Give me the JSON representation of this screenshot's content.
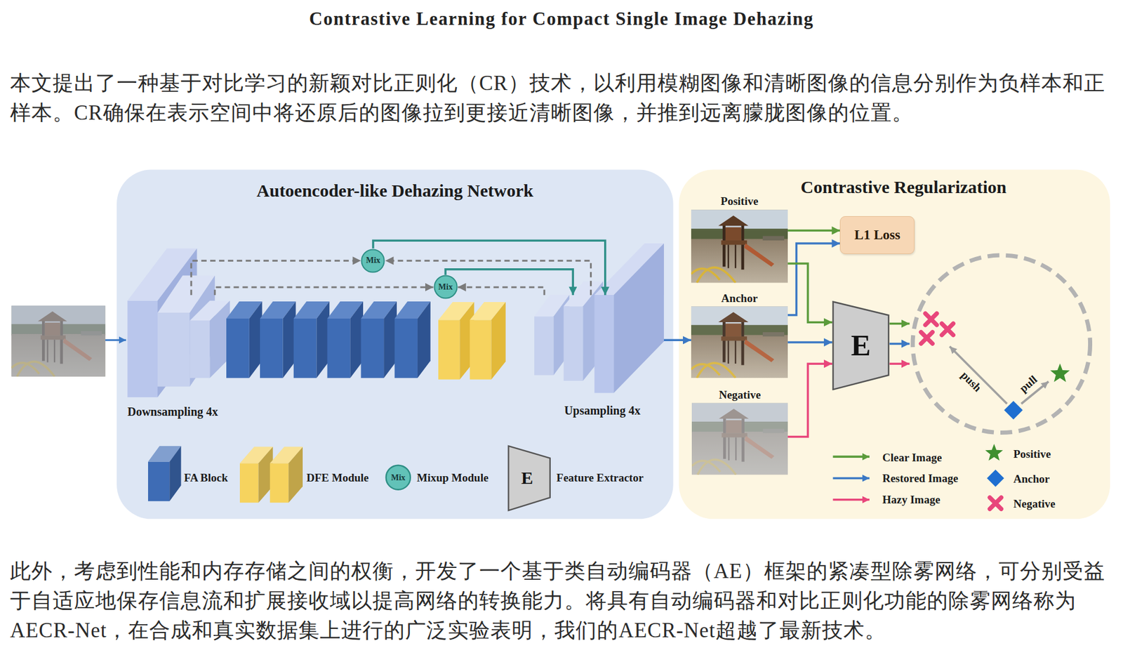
{
  "diagram": {
    "title": "Contrastive Learning for Compact Single Image Dehazing",
    "nodes": [
      {
        "text": [
          "Autoencoder-like Dehazing Network"
        ]
      },
      {
        "text": [
          "Downsampling 4x"
        ],
        "in": 0
      },
      {
        "text": [
          "Mix"
        ],
        "in": 0
      },
      {
        "text": [
          "Mix"
        ],
        "in": 0
      },
      {
        "text": [
          "Upsampling 4x"
        ],
        "in": 0
      },
      {
        "text": [
          "Contrastive Regularization"
        ]
      },
      {
        "text": [
          "Positive"
        ],
        "in": 5
      },
      {
        "text": [
          "L1 Loss"
        ],
        "in": 5
      },
      {
        "text": [
          "Anchor"
        ],
        "in": 5
      },
      {
        "text": [
          "E"
        ],
        "in": 5
      },
      {
        "text": [
          "push",
          "pull"
        ],
        "in": 5
      },
      {
        "text": [
          "Negative"
        ],
        "in": 5
      }
    ],
    "edges": [
      {
        "from": 1,
        "to": 2,
        "arrow": "to"
      },
      {
        "from": 4,
        "to": 2,
        "arrow": "to"
      },
      {
        "from": 2,
        "to": 4,
        "arrow": "to"
      },
      {
        "from": 1,
        "to": 3,
        "arrow": "to"
      },
      {
        "from": 4,
        "to": 3,
        "arrow": "to"
      },
      {
        "from": 3,
        "to": 4,
        "arrow": "to"
      },
      {
        "from": 4,
        "to": 8,
        "arrow": "to"
      },
      {
        "from": 6,
        "to": 7,
        "arrow": "to"
      },
      {
        "from": 8,
        "to": 7,
        "arrow": "to"
      },
      {
        "from": 6,
        "to": 9,
        "arrow": "to"
      },
      {
        "from": 8,
        "to": 9,
        "arrow": "to"
      },
      {
        "from": 11,
        "to": 9,
        "arrow": "to"
      },
      {
        "from": 9,
        "to": 10,
        "arrow": "to"
      },
      {
        "from": 9,
        "to": 10,
        "arrow": "to"
      },
      {
        "from": 9,
        "to": 10,
        "arrow": "to"
      }
    ],
    "labels": [
      "本文提出了一种基于对比学习的新颖对比正则化（CR）技术，以利用模糊图像和清晰图像的信息分别作为负样本和正样本。CR确保在表示空间中将还原后的图像拉到更接近清晰图像，并推到远离朦胧图像的位置。",
      "此外，考虑到性能和内存存储之间的权衡，开发了一个基于类自动编码器（AE）框架的紧凑型除雾网络，可分别受益于自适应地保存信息流和扩展接收域以提高网络的转换能力。将具有自动编码器和对比正则化功能的除雾网络称为AECR-Net，在合成和真实数据集上进行的广泛实验表明，我们的AECR-Net超越了最新技术。",
      "Mix",
      "E"
    ],
    "legend": [
      {
        "text": "FA Block",
        "color": "#3e6cb5"
      },
      {
        "text": "DFE Module",
        "color": "#f6d35e"
      },
      {
        "text": "Mixup Module"
      },
      {
        "text": "Feature Extractor"
      },
      {
        "text": "Clear Image"
      },
      {
        "text": "Restored Image"
      },
      {
        "text": "Hazy Image"
      },
      {
        "text": "Positive"
      },
      {
        "text": "Anchor"
      },
      {
        "text": "Negative"
      }
    ]
  }
}
